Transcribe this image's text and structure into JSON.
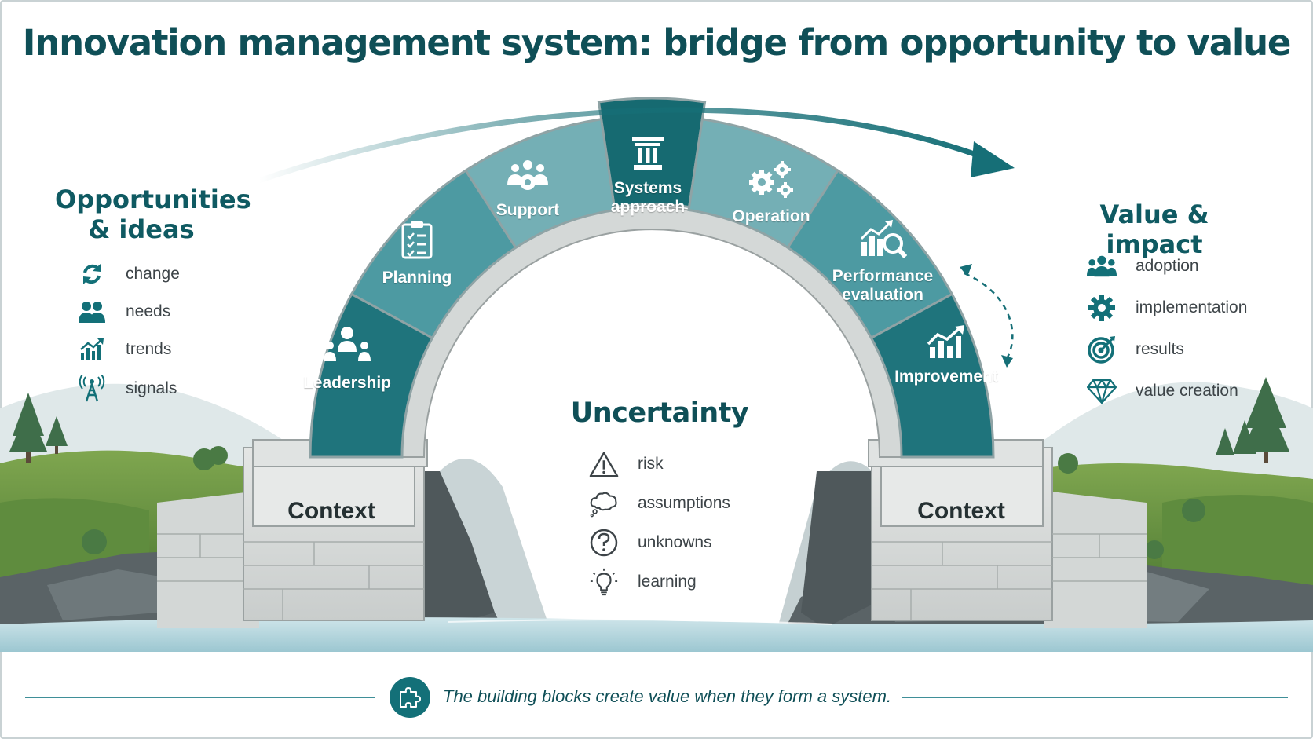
{
  "title": "Innovation management system: bridge from opportunity to value",
  "left_panel": {
    "title_line1": "Opportunities",
    "title_line2": "& ideas",
    "items": [
      {
        "label": "change",
        "icon": "refresh-icon"
      },
      {
        "label": "needs",
        "icon": "people-icon"
      },
      {
        "label": "trends",
        "icon": "trend-chart-icon"
      },
      {
        "label": "signals",
        "icon": "antenna-icon"
      }
    ]
  },
  "right_panel": {
    "title": "Value & impact",
    "items": [
      {
        "label": "adoption",
        "icon": "group-icon"
      },
      {
        "label": "implementation",
        "icon": "gear-icon"
      },
      {
        "label": "results",
        "icon": "target-icon"
      },
      {
        "label": "value creation",
        "icon": "diamond-icon"
      }
    ]
  },
  "arch_blocks": [
    {
      "label": "Leadership",
      "icon": "leader-icon"
    },
    {
      "label": "Planning",
      "icon": "clipboard-icon"
    },
    {
      "label": "Support",
      "icon": "team-gear-icon"
    },
    {
      "label_line1": "Systems",
      "label_line2": "approach",
      "icon": "pillar-icon"
    },
    {
      "label": "Operation",
      "icon": "gears-icon"
    },
    {
      "label_line1": "Performance",
      "label_line2": "evaluation",
      "icon": "analytics-icon"
    },
    {
      "label": "Improvement",
      "icon": "growth-chart-icon"
    }
  ],
  "pillars": {
    "left": "Context",
    "right": "Context"
  },
  "uncertainty": {
    "title": "Uncertainty",
    "items": [
      {
        "label": "risk",
        "icon": "warning-icon"
      },
      {
        "label": "assumptions",
        "icon": "thought-cloud-icon"
      },
      {
        "label": "unknowns",
        "icon": "question-icon"
      },
      {
        "label": "learning",
        "icon": "lightbulb-icon"
      }
    ]
  },
  "footer": "The building blocks create value when they form a system.",
  "colors": {
    "primary": "#0f4f57",
    "teal_dark": "#166f77",
    "teal_mid": "#4a9aa2",
    "teal_light": "#7fb9bf",
    "stone": "#d9dcdb",
    "grass": "#5b8a3c"
  }
}
